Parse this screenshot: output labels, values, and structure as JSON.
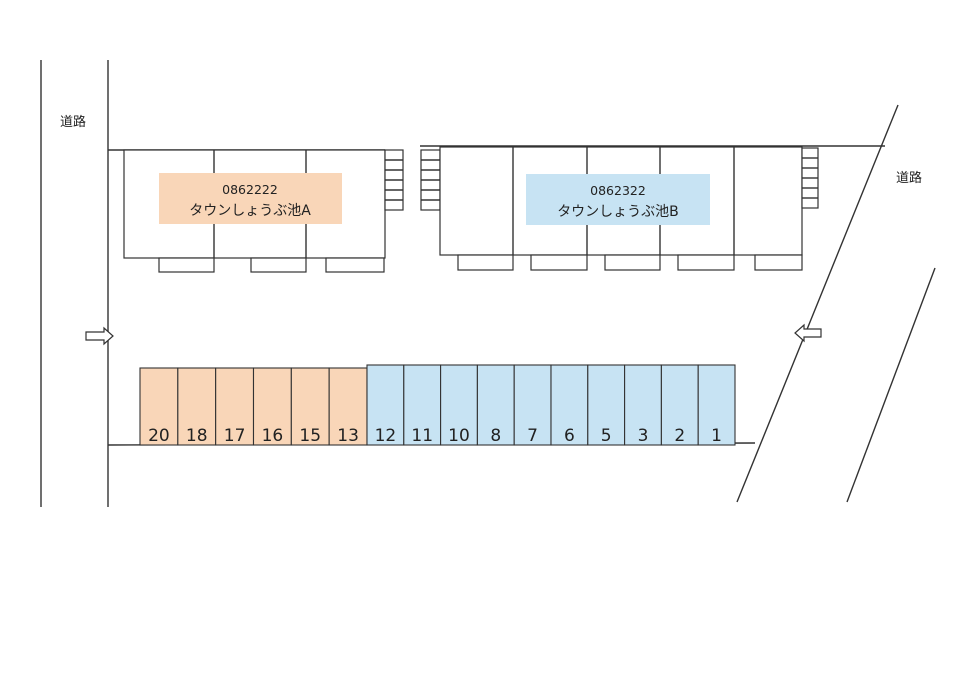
{
  "road_labels": [
    "道路",
    "道路"
  ],
  "buildings": [
    {
      "code": "0862222",
      "name": "タウンしょうぶ池A",
      "color": "#f9d6b8"
    },
    {
      "code": "0862322",
      "name": "タウンしょうぶ池B",
      "color": "#c7e3f3"
    }
  ],
  "parking": {
    "a_spots": [
      "20",
      "18",
      "17",
      "16",
      "15",
      "13"
    ],
    "b_spots": [
      "12",
      "11",
      "10",
      "8",
      "7",
      "6",
      "5",
      "3",
      "2",
      "1"
    ],
    "a_color": "#f9d6b8",
    "b_color": "#c7e3f3"
  }
}
